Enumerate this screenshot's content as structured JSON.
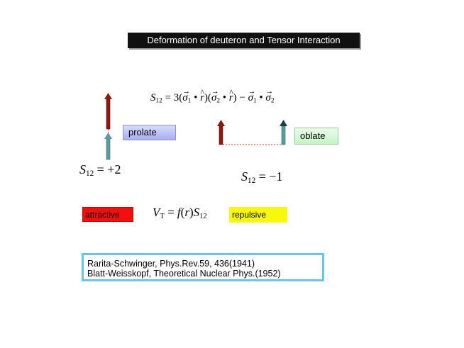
{
  "title": "Deformation of deuteron and Tensor Interaction",
  "labels": {
    "prolate": "prolate",
    "oblate": "oblate",
    "attractive": "attractive",
    "repulsive": "repulsive"
  },
  "math": {
    "s12_value_prolate": "= +2",
    "s12_value_oblate": "= −1"
  },
  "references": [
    "Rarita-Schwinger, Phys.Rev.59, 436(1941)",
    "Blatt-Weisskopf, Theoretical Nuclear Phys.(1952)"
  ],
  "colors": {
    "title_bg": "#111111",
    "prolate_box": "#b6bbf5",
    "oblate_box": "#d6f7d6",
    "attractive": "#f40f0f",
    "repulsive": "#f8f80a",
    "reference_border": "#66c6ef",
    "spin_red": "#8b1a10",
    "spin_teal": "#5b9aa0",
    "dashed_line": "#e03030"
  }
}
